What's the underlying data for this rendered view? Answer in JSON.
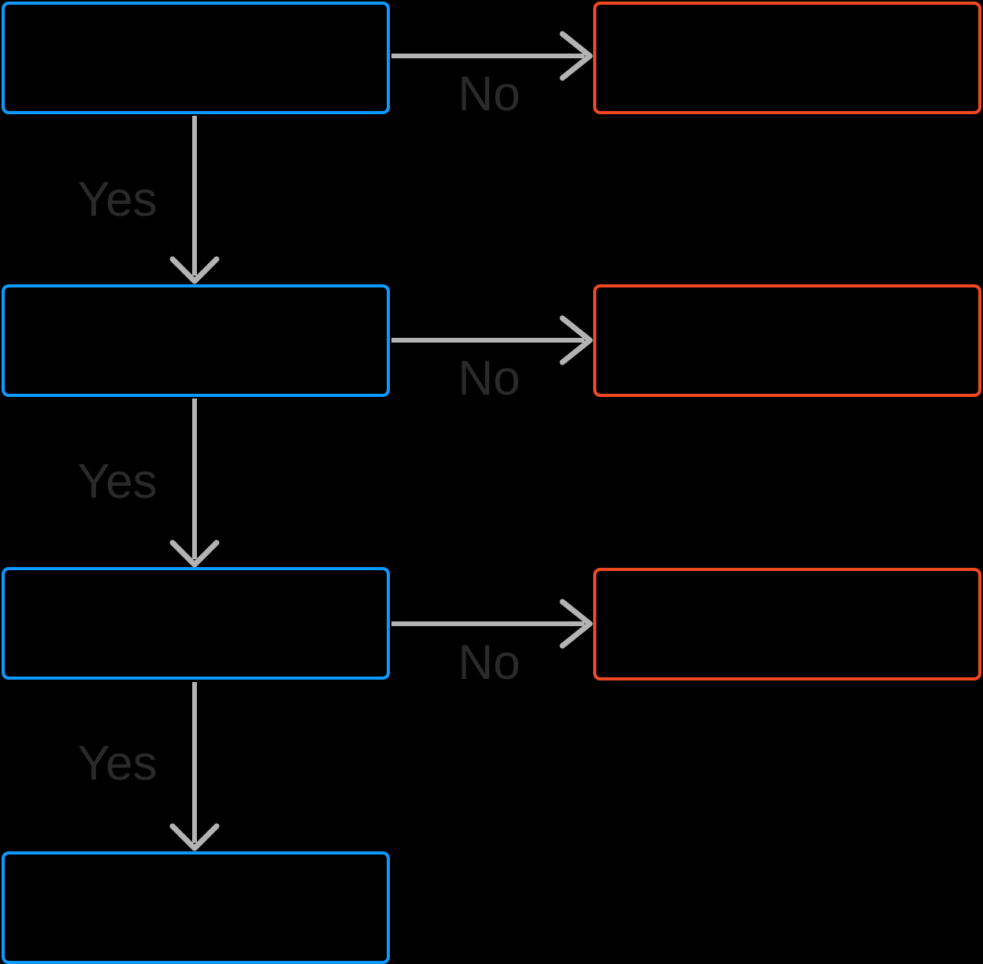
{
  "diagram": {
    "type": "flowchart",
    "colors": {
      "background": "#000000",
      "decision_border": "#0D99FF",
      "outcome_border": "#F24822",
      "arrow": "#B3B3B3",
      "label_text": "#2A2A2A"
    },
    "nodes": [
      {
        "id": "decision-1",
        "role": "decision",
        "text": ""
      },
      {
        "id": "decision-2",
        "role": "decision",
        "text": ""
      },
      {
        "id": "decision-3",
        "role": "decision",
        "text": ""
      },
      {
        "id": "decision-4",
        "role": "decision",
        "text": ""
      },
      {
        "id": "outcome-1",
        "role": "outcome",
        "text": ""
      },
      {
        "id": "outcome-2",
        "role": "outcome",
        "text": ""
      },
      {
        "id": "outcome-3",
        "role": "outcome",
        "text": ""
      }
    ],
    "edges": [
      {
        "from": "decision-1",
        "to": "decision-2",
        "direction": "down",
        "label": "Yes"
      },
      {
        "from": "decision-1",
        "to": "outcome-1",
        "direction": "right",
        "label": "No"
      },
      {
        "from": "decision-2",
        "to": "decision-3",
        "direction": "down",
        "label": "Yes"
      },
      {
        "from": "decision-2",
        "to": "outcome-2",
        "direction": "right",
        "label": "No"
      },
      {
        "from": "decision-3",
        "to": "decision-4",
        "direction": "down",
        "label": "Yes"
      },
      {
        "from": "decision-3",
        "to": "outcome-3",
        "direction": "right",
        "label": "No"
      }
    ]
  }
}
